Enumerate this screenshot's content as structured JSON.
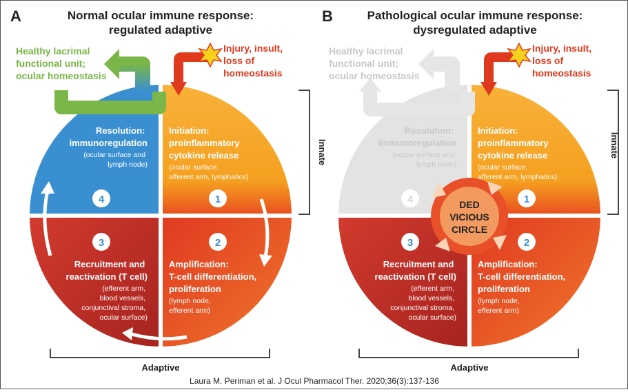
{
  "panel_a": {
    "letter": "A",
    "title_line1": "Normal ocular immune response:",
    "title_line2": "regulated adaptive",
    "healthy": [
      "Healthy lacrimal",
      "functional unit;",
      "ocular homeostasis"
    ],
    "injury": [
      "Injury, insult,",
      "loss of",
      "homeostasis"
    ],
    "resolution": {
      "title": [
        "Resolution:",
        "immunoregulation"
      ],
      "sub": [
        "(ocular surface and",
        "lymph node)"
      ],
      "number": "4"
    },
    "initiation": {
      "title": [
        "Initiation:",
        "proinflammatory",
        "cytokine release"
      ],
      "sub": [
        "(ocular surface,",
        "afferent arm, lymphatics)"
      ],
      "number": "1"
    },
    "recruitment": {
      "title": [
        "Recruitment and",
        "reactivation (T cell)"
      ],
      "sub": [
        "(efferent arm,",
        "blood vessels,",
        "conjunctival stroma,",
        "ocular surface)"
      ],
      "number": "3"
    },
    "amplification": {
      "title": [
        "Amplification:",
        "T-cell differentiation,",
        "proliferation"
      ],
      "sub": [
        "(lymph node,",
        "efferent arm)"
      ],
      "number": "2"
    },
    "innate_label": "Innate",
    "adaptive_label": "Adaptive"
  },
  "panel_b": {
    "letter": "B",
    "title_line1": "Pathological ocular immune response:",
    "title_line2": "dysregulated adaptive",
    "healthy": [
      "Healthy lacrimal",
      "functional unit;",
      "ocular homeostasis"
    ],
    "injury": [
      "Injury, insult,",
      "loss of",
      "homeostasis"
    ],
    "resolution": {
      "title": [
        "Resolution:",
        "immunoregulation"
      ],
      "sub": [
        "(ocular surface and",
        "lymph node)"
      ],
      "number": "4"
    },
    "initiation": {
      "title": [
        "Initiation:",
        "proinflammatory",
        "cytokine release"
      ],
      "sub": [
        "(ocular surface,",
        "afferent arm, lymphatics)"
      ],
      "number": "1"
    },
    "recruitment": {
      "title": [
        "Recruitment and",
        "reactivation (T cell)"
      ],
      "sub": [
        "(efferent arm,",
        "blood vessels,",
        "conjunctival stroma,",
        "ocular surface)"
      ],
      "number": "3"
    },
    "amplification": {
      "title": [
        "Amplification:",
        "T-cell differentiation,",
        "proliferation"
      ],
      "sub": [
        "(lymph node,",
        "efferent arm)"
      ],
      "number": "2"
    },
    "ded": [
      "DED",
      "VICIOUS",
      "CIRCLE"
    ],
    "innate_label": "Innate",
    "adaptive_label": "Adaptive"
  },
  "citation": "Laura M. Periman et al. J Ocul Pharmacol Ther. 2020;36(3):137-136",
  "colors": {
    "blue": "#3a8fd0",
    "orange": "#f5a623",
    "orange_red": "#ef5a28",
    "red": "#c8302c",
    "green": "#7ab648",
    "grey": "#e3e3e3",
    "injury_red": "#e03a1e"
  }
}
